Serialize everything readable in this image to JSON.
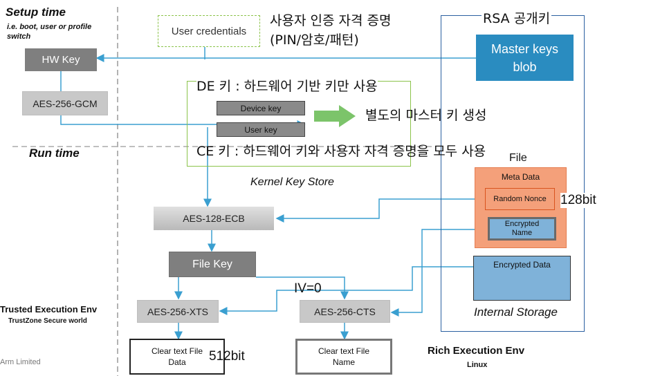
{
  "setup": {
    "title": "Setup time",
    "subtitle": "i.e. boot, user or profile switch"
  },
  "run_time": "Run time",
  "hw_key": "HW Key",
  "aes_256_gcm": "AES-256-GCM",
  "user_credentials": "User credentials",
  "user_credentials_note_line1": "사용자 인증 자격 증명",
  "user_credentials_note_line2": "(PIN/암호/패턴)",
  "rsa_label": "RSA 공개키",
  "master_keys_blob": "Master keys blob",
  "de_note": "DE 키 : 하드웨어 기반 키만 사용",
  "device_key": "Device key",
  "user_key": "User key",
  "separate_master_note": "별도의 마스터 키 생성",
  "ce_note": "CE 키 : 하드웨어 키와 사용자 자격 증명을 모두 사용",
  "file_label": "File",
  "meta_data": "Meta Data",
  "random_nonce": "Random Nonce",
  "nonce_bits": "128bit",
  "encrypted_name": "Encrypted Name",
  "kernel_key_store": "Kernel Key Store",
  "aes_128_ecb": "AES-128-ECB",
  "file_key": "File Key",
  "encrypted_data": "Encrypted Data",
  "internal_storage": "Internal Storage",
  "iv_note": "IV=0",
  "aes_256_xts": "AES-256-XTS",
  "aes_256_cts": "AES-256-CTS",
  "tee_title": "Trusted Execution Env",
  "tee_sub": "TrustZone Secure world",
  "clear_file_data": "Clear text File Data",
  "data_bits": "512bit",
  "clear_file_name": "Clear text File Name",
  "ree_title": "Rich Execution Env",
  "ree_sub": "Linux",
  "copyright": "Arm Limited",
  "colors": {
    "connector": "#3a9fd0",
    "master_blue": "#2a8cc0",
    "file_orange": "#f4a07a",
    "storage_blue": "#7fb2d9",
    "kernel_green": "#8bc34a",
    "arrow_green": "#7cc46a"
  }
}
